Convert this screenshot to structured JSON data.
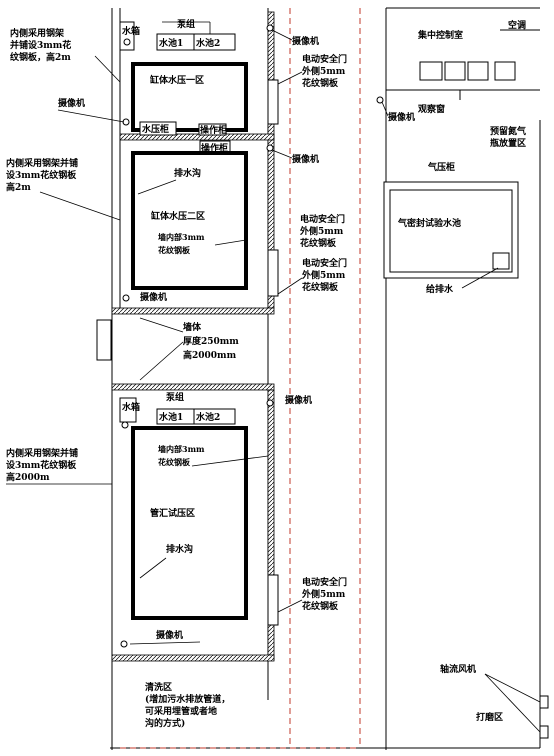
{
  "labels": {
    "water_tank": "水箱",
    "pump_group": "泵组",
    "pool1": "水池1",
    "pool2": "水池2",
    "camera": "摄像机",
    "pressure_cabinet": "水压柜",
    "operation_cabinet": "操作柜",
    "cylinder_zone1": "缸体水压一区",
    "cylinder_zone2": "缸体水压二区",
    "drain_ditch": "排水沟",
    "inner_wall_3mm": [
      "墙内部3mm",
      "花纹钢板"
    ],
    "inner_steel_left_top": [
      "内侧采用钢架",
      "并铺设3mm花",
      "纹钢板，高2m"
    ],
    "inner_steel_left_mid": [
      "内侧采用钢架并铺",
      "设3mm花纹钢板",
      "高2m"
    ],
    "inner_steel_left_bot": [
      "内侧采用钢架并铺",
      "设3mm花纹钢板",
      "高2000m"
    ],
    "safety_door": [
      "电动安全门",
      "外侧5mm",
      "花纹钢板"
    ],
    "control_room": "集中控制室",
    "aircon": "空调",
    "observation_window": "观察窗",
    "nitrogen_area": [
      "预留氮气",
      "瓶放置区"
    ],
    "air_pressure_cabinet": "气压柜",
    "airtight_pool": "气密封试验水池",
    "water_supply_drain": "给排水",
    "wall_note": [
      "墙体",
      "厚度250mm",
      "高2000mm"
    ],
    "manifold_zone": "管汇试压区",
    "wash_zone": [
      "清洗区",
      "(增加污水排放管道，",
      "可采用埋管或者地",
      "沟的方式)"
    ],
    "exhaust_fan": "轴流风机",
    "grinding_zone": "打磨区"
  }
}
